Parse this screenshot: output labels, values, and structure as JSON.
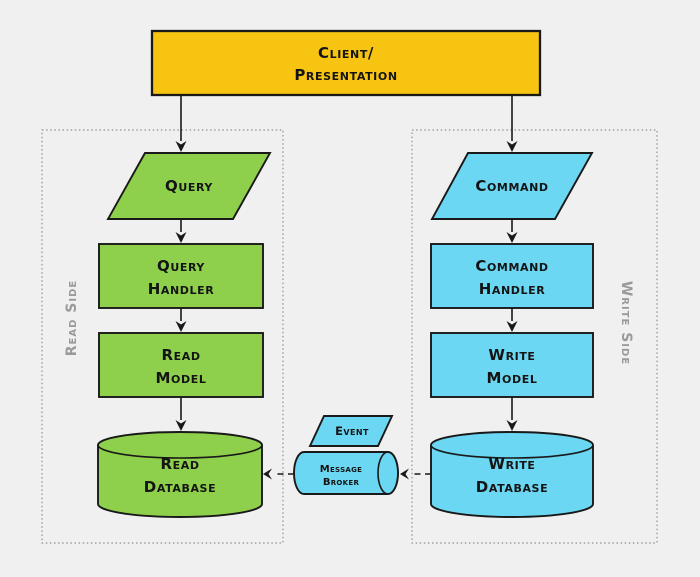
{
  "colors": {
    "background": "#f0f0f0",
    "yellow": "#f7c411",
    "green": "#8ed04b",
    "cyan": "#6bd7f2",
    "stroke": "#191919",
    "container_border": "#8f8f8f",
    "side_label_gray": "#9a9a9a"
  },
  "client": {
    "line1": "Client/",
    "line2": "Presentation"
  },
  "read_side": {
    "label": "Read Side",
    "query": {
      "label": "Query"
    },
    "query_handler": {
      "line1": "Query",
      "line2": "Handler"
    },
    "read_model": {
      "line1": "Read",
      "line2": "Model"
    },
    "read_database": {
      "line1": "Read",
      "line2": "Database"
    }
  },
  "write_side": {
    "label": "Write Side",
    "command": {
      "label": "Command"
    },
    "command_handler": {
      "line1": "Command",
      "line2": "Handler"
    },
    "write_model": {
      "line1": "Write",
      "line2": "Model"
    },
    "write_database": {
      "line1": "Write",
      "line2": "Database"
    }
  },
  "middle": {
    "event": {
      "label": "Event"
    },
    "message_broker": {
      "line1": "Message",
      "line2": "Broker"
    }
  }
}
